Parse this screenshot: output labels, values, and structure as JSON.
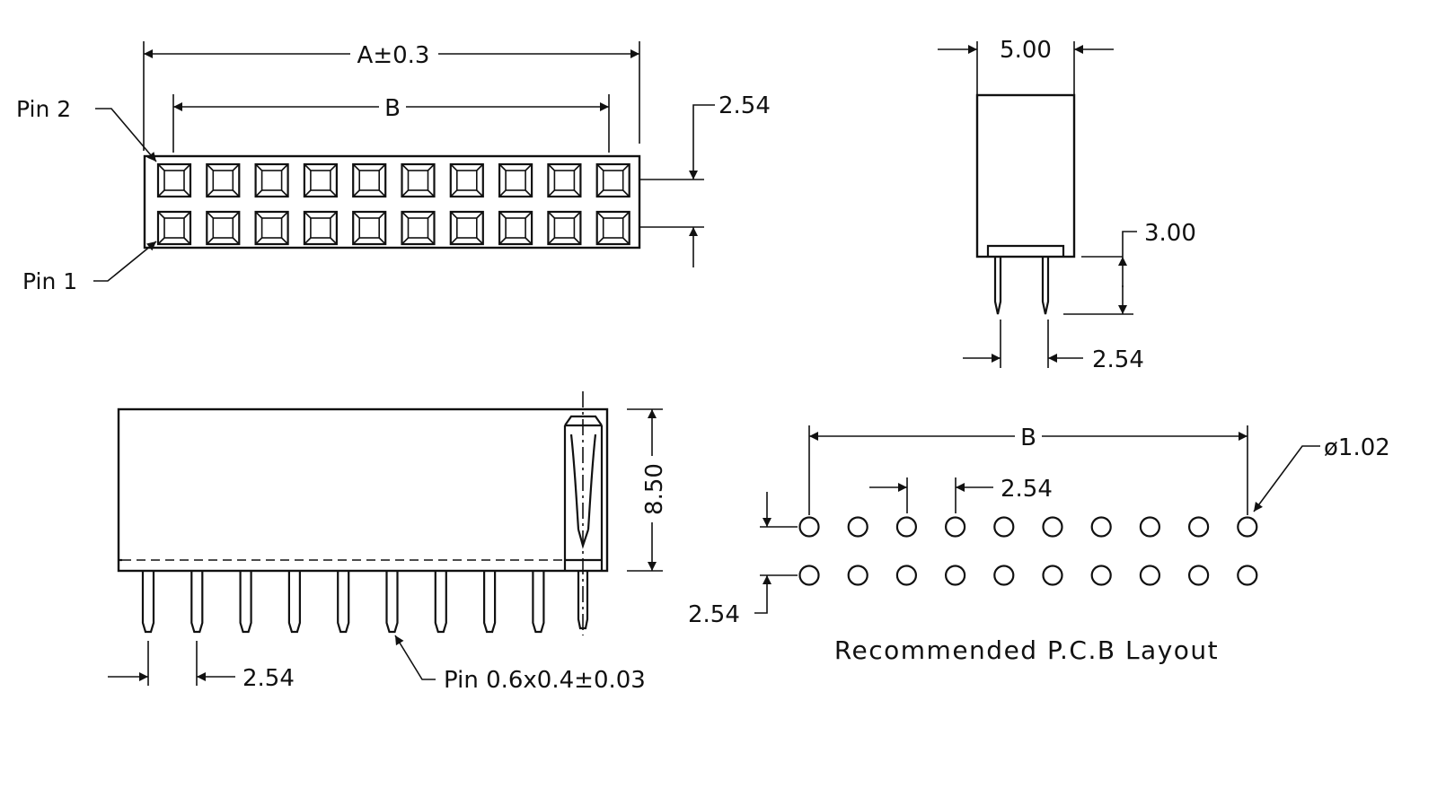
{
  "colors": {
    "line": "#111111",
    "background": "#ffffff"
  },
  "top_view": {
    "dim_a": "A±0.3",
    "dim_b": "B",
    "pin2_label": "Pin 2",
    "pin1_label": "Pin 1",
    "row_pitch": "2.54",
    "pin_count_per_row": 10
  },
  "end_view": {
    "width": "5.00",
    "pin_length": "3.00",
    "pitch": "2.54"
  },
  "side_view": {
    "height": "8.50",
    "pitch": "2.54",
    "pin_note": "Pin 0.6x0.4±0.03"
  },
  "pcb_layout": {
    "dim_b": "B",
    "hole_diameter": "ø1.02",
    "col_pitch": "2.54",
    "row_pitch": "2.54",
    "caption": "Recommended P.C.B Layout"
  }
}
